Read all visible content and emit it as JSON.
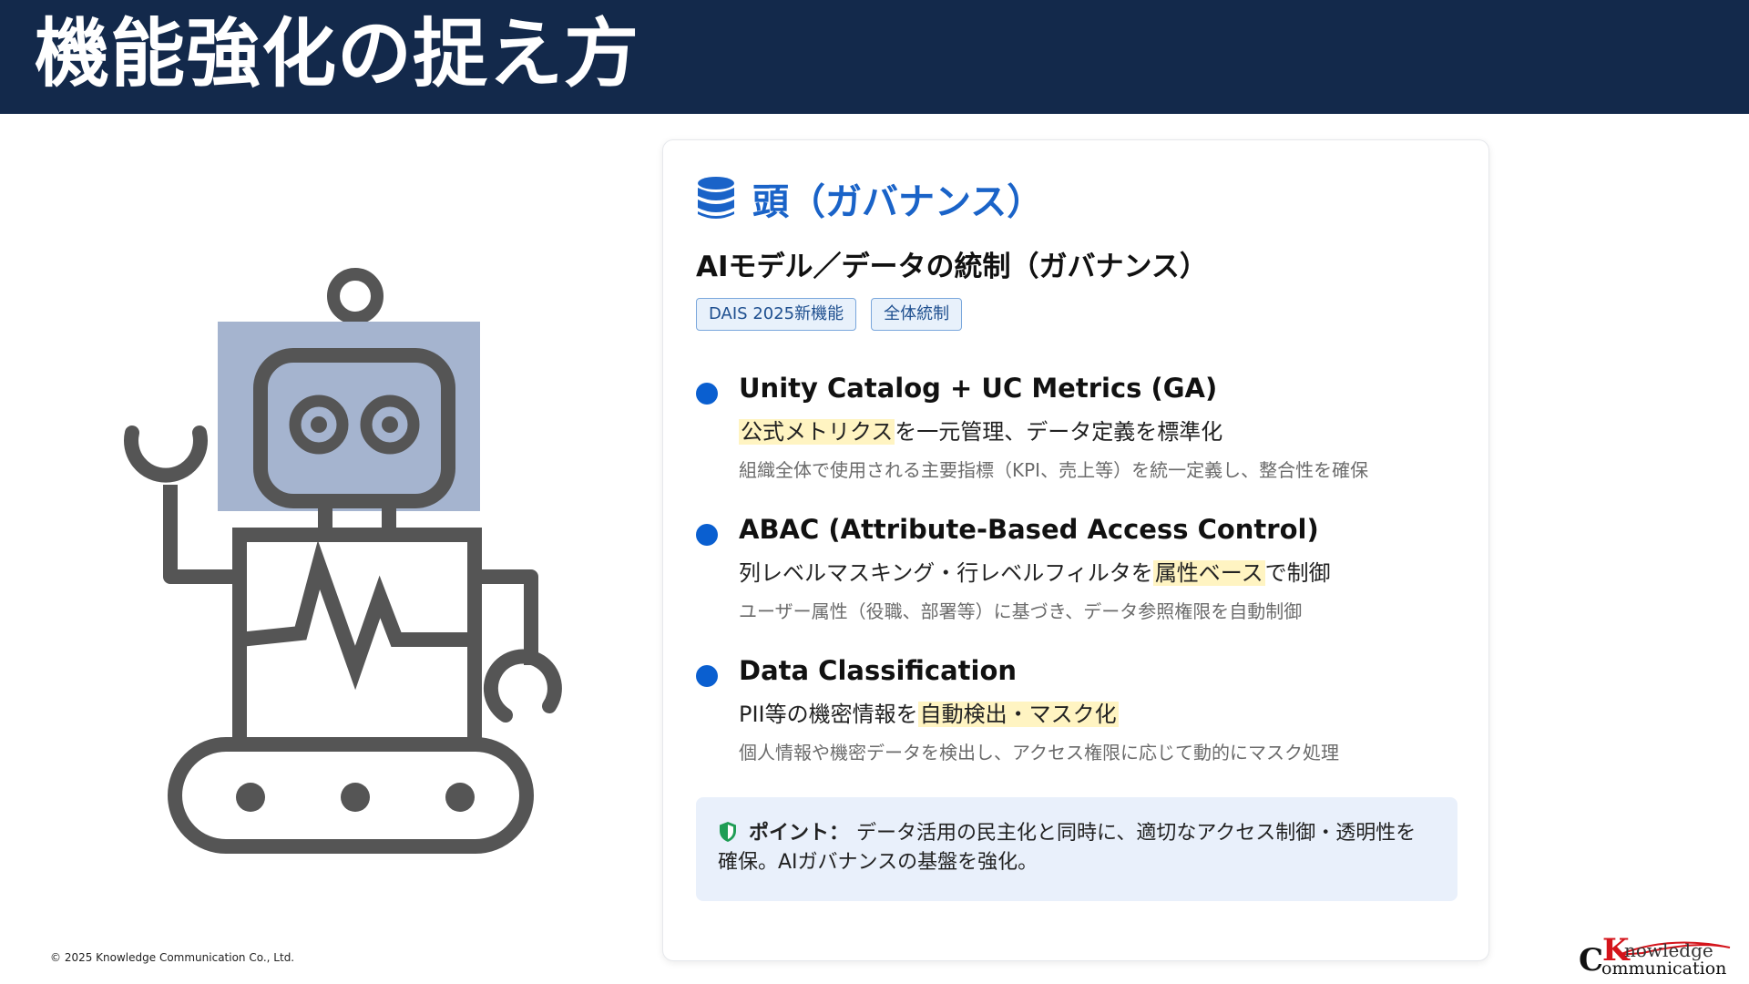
{
  "header": {
    "title": "機能強化の捉え方"
  },
  "card": {
    "title": "頭（ガバナンス）",
    "subtitle": "AIモデル／データの統制（ガバナンス）",
    "tags": [
      "DAIS 2025新機能",
      "全体統制"
    ],
    "items": [
      {
        "title": "Unity Catalog + UC Metrics (GA)",
        "desc_highlight": "公式メトリクス",
        "desc_rest": "を一元管理、データ定義を標準化",
        "note": "組織全体で使用される主要指標（KPI、売上等）を統一定義し、整合性を確保"
      },
      {
        "title": "ABAC (Attribute-Based Access Control)",
        "desc_pre": "列レベルマスキング・行レベルフィルタを",
        "desc_highlight": "属性ベース",
        "desc_post": "で制御",
        "note": "ユーザー属性（役職、部署等）に基づき、データ参照権限を自動制御"
      },
      {
        "title": "Data Classification",
        "desc_pre": "PII等の機密情報を",
        "desc_highlight": "自動検出・マスク化",
        "note": "個人情報や機密データを検出し、アクセス権限に応じて動的にマスク処理"
      }
    ],
    "point": {
      "label": "ポイント：",
      "text": "データ活用の民主化と同時に、適切なアクセス制御・透明性を確保。AIガバナンスの基盤を強化。"
    }
  },
  "footer": {
    "copyright": "© 2025 Knowledge Communication Co., Ltd.",
    "logo_k": "K",
    "logo_top": "nowledge",
    "logo_c": "C",
    "logo_bottom": "ommunication"
  },
  "colors": {
    "header_bg": "#13294b",
    "accent_blue": "#0a5fd0",
    "highlight": "#fff4c2",
    "point_bg": "#e9f0fb",
    "robot_gray": "#555555",
    "robot_head_fill": "#a5b4cf",
    "logo_red": "#d4141b",
    "shield_green": "#1f9d55"
  },
  "icons": {
    "card_icon": "database-icon",
    "point_icon": "shield-icon",
    "illustration": "robot-illustration"
  }
}
